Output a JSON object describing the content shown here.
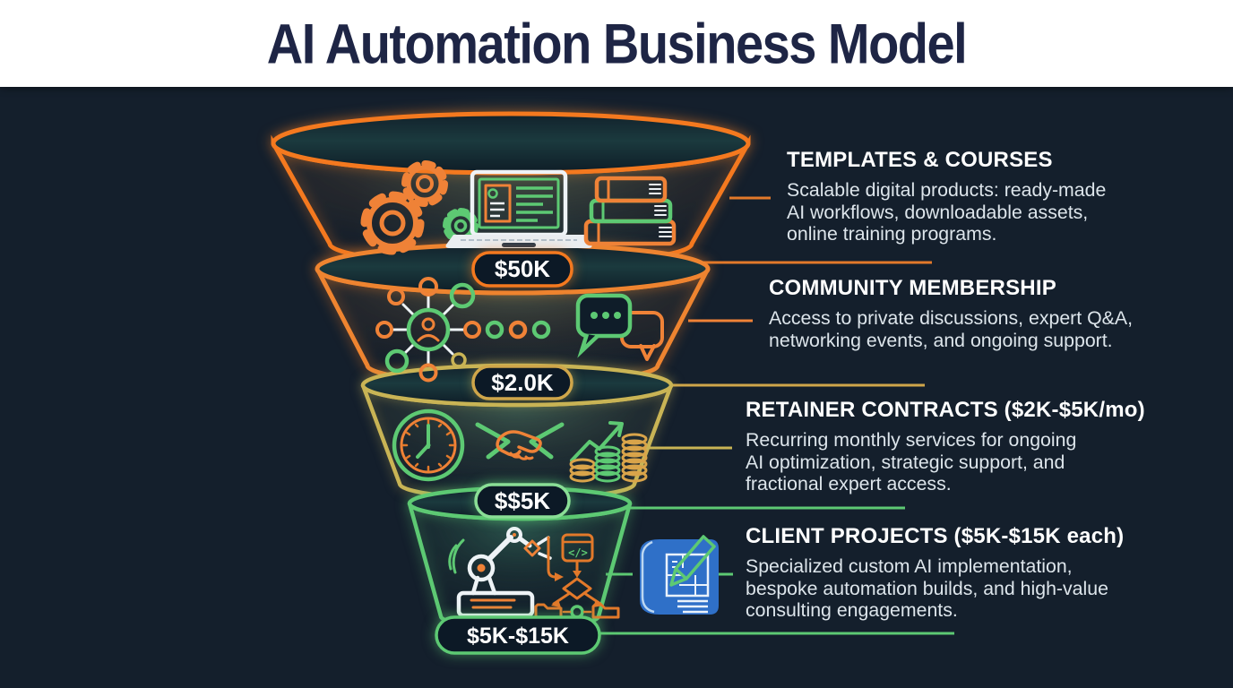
{
  "header": {
    "title": "AI Automation Business Model"
  },
  "colors": {
    "background": "#141f2c",
    "header_bg": "#ffffff",
    "title": "#1e2545",
    "orange": "#ef8237",
    "orange_deep": "#e2792a",
    "olive": "#c9b455",
    "gold": "#cfa64a",
    "green": "#5dc973",
    "tan": "#d9a44a",
    "white_ink": "#eef3f6",
    "heading_text": "#ffffff",
    "body_text": "#dde5eb",
    "badge_fill": "#0c1926",
    "badge_text": "#ffffff",
    "blueprint_blue": "#2f70c8",
    "blueprint_ink": "#eaf2fb"
  },
  "funnel": {
    "tiers": [
      {
        "heading": "TEMPLATES & COURSES",
        "description": "Scalable digital products: ready-made\nAI workflows, downloadable assets,\nonline training programs.",
        "badge": "$50K",
        "color": "#f4791f",
        "badge_color": "#f4791f",
        "icons": [
          "gears-icon",
          "laptop-training-icon",
          "books-stack-icon"
        ]
      },
      {
        "heading": "COMMUNITY MEMBERSHIP",
        "description": "Access to private discussions, expert Q&A,\nnetworking events, and ongoing support.",
        "badge": "$2.0K",
        "color": "#ee8430",
        "badge_color": "#cfa64a",
        "icons": [
          "network-people-icon",
          "ellipsis-dots-icon",
          "chat-bubbles-icon"
        ]
      },
      {
        "heading": "RETAINER CONTRACTS ($2K-$5K/mo)",
        "description": "Recurring monthly services for ongoing\nAI optimization, strategic support, and\nfractional expert access.",
        "badge": "$$5K",
        "color": "#c9b455",
        "badge_color": "#8ade96",
        "icons": [
          "clock-icon",
          "handshake-icon",
          "growth-chart-coins-icon"
        ]
      },
      {
        "heading": "CLIENT PROJECTS ($5K-$15K each)",
        "description": "Specialized custom AI implementation,\nbespoke automation builds, and high-value\nconsulting engagements.",
        "badge": "$5K-$15K",
        "color": "#5dc973",
        "badge_color": "#5dc973",
        "icons": [
          "robot-arm-icon",
          "flowchart-code-icon",
          "blueprint-pencil-icon"
        ],
        "icon_glyph": "</>"
      }
    ]
  }
}
